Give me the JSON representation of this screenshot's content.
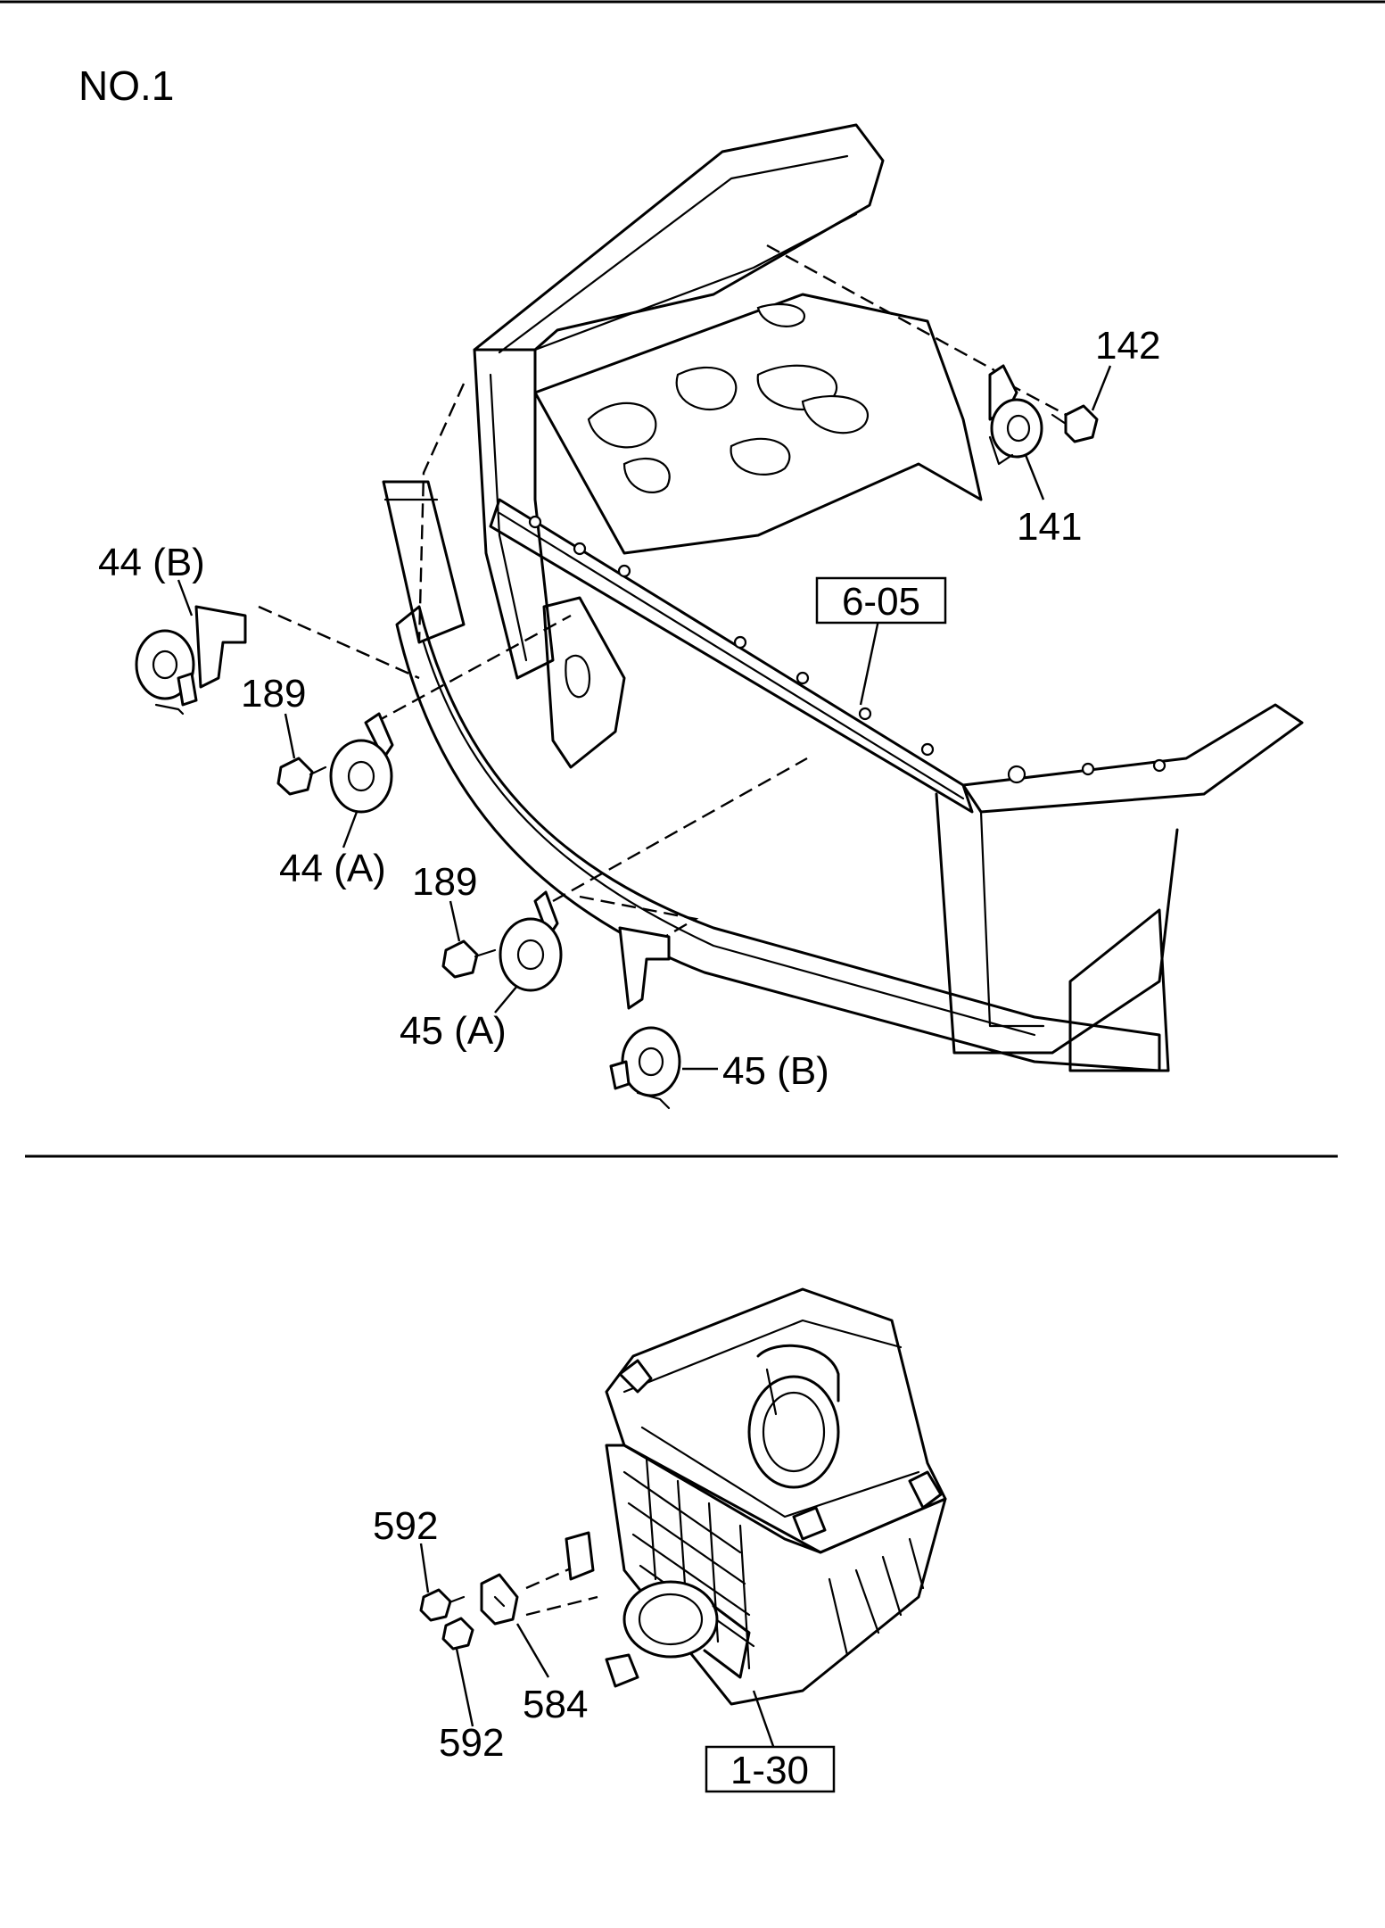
{
  "diagram": {
    "title": "NO.1",
    "upper": {
      "ref_box": "6-05",
      "callouts": {
        "p142": "142",
        "p141": "141",
        "p44b": "44 (B)",
        "p189a": "189",
        "p44a": "44 (A)",
        "p189b": "189",
        "p45a": "45 (A)",
        "p45b": "45 (B)"
      }
    },
    "lower": {
      "ref_box": "1-30",
      "callouts": {
        "p592a": "592",
        "p592b": "592",
        "p584": "584"
      }
    }
  }
}
